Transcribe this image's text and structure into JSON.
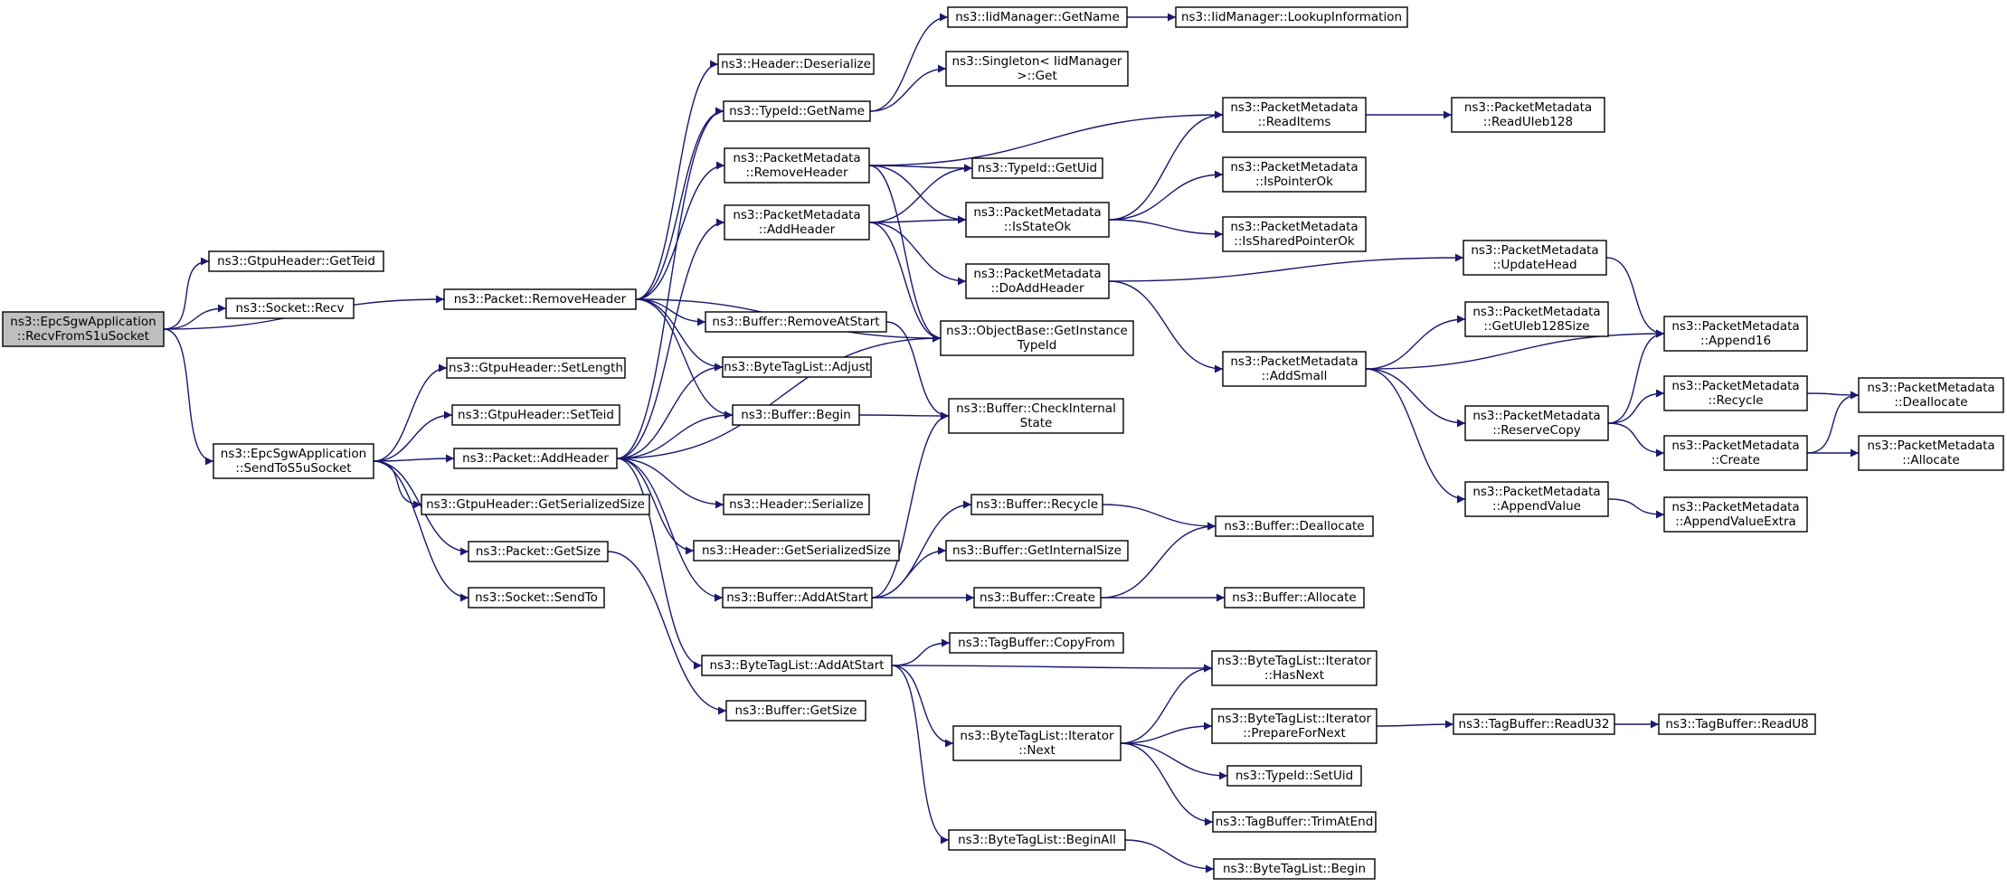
{
  "graph": {
    "edge_color": "#191970",
    "root_fill": "#bfbfbf",
    "nodes": [
      {
        "id": "recv_s1u",
        "lines": [
          "ns3::EpcSgwApplication",
          "::RecvFromS1uSocket"
        ],
        "root": true
      },
      {
        "id": "gtpu_getteid",
        "lines": [
          "ns3::GtpuHeader::GetTeid"
        ]
      },
      {
        "id": "socket_recv",
        "lines": [
          "ns3::Socket::Recv"
        ]
      },
      {
        "id": "pkt_removeheader",
        "lines": [
          "ns3::Packet::RemoveHeader"
        ]
      },
      {
        "id": "send_s5u",
        "lines": [
          "ns3::EpcSgwApplication",
          "::SendToS5uSocket"
        ]
      },
      {
        "id": "gtpu_setlength",
        "lines": [
          "ns3::GtpuHeader::SetLength"
        ]
      },
      {
        "id": "gtpu_setteid",
        "lines": [
          "ns3::GtpuHeader::SetTeid"
        ]
      },
      {
        "id": "pkt_addheader",
        "lines": [
          "ns3::Packet::AddHeader"
        ]
      },
      {
        "id": "gtpu_getsersize",
        "lines": [
          "ns3::GtpuHeader::GetSerializedSize"
        ]
      },
      {
        "id": "pkt_getsize",
        "lines": [
          "ns3::Packet::GetSize"
        ]
      },
      {
        "id": "socket_sendto",
        "lines": [
          "ns3::Socket::SendTo"
        ]
      },
      {
        "id": "hdr_deserialize",
        "lines": [
          "ns3::Header::Deserialize"
        ]
      },
      {
        "id": "typeid_getname",
        "lines": [
          "ns3::TypeId::GetName"
        ]
      },
      {
        "id": "pm_removeheader",
        "lines": [
          "ns3::PacketMetadata",
          "::RemoveHeader"
        ]
      },
      {
        "id": "pm_addheader",
        "lines": [
          "ns3::PacketMetadata",
          "::AddHeader"
        ]
      },
      {
        "id": "buf_removeatstart",
        "lines": [
          "ns3::Buffer::RemoveAtStart"
        ]
      },
      {
        "id": "btl_adjust",
        "lines": [
          "ns3::ByteTagList::Adjust"
        ]
      },
      {
        "id": "buf_begin",
        "lines": [
          "ns3::Buffer::Begin"
        ]
      },
      {
        "id": "hdr_serialize",
        "lines": [
          "ns3::Header::Serialize"
        ]
      },
      {
        "id": "hdr_getsersize",
        "lines": [
          "ns3::Header::GetSerializedSize"
        ]
      },
      {
        "id": "buf_addatstart",
        "lines": [
          "ns3::Buffer::AddAtStart"
        ]
      },
      {
        "id": "btl_addatstart",
        "lines": [
          "ns3::ByteTagList::AddAtStart"
        ]
      },
      {
        "id": "buf_getsize",
        "lines": [
          "ns3::Buffer::GetSize"
        ]
      },
      {
        "id": "iid_getname",
        "lines": [
          "ns3::IidManager::GetName"
        ]
      },
      {
        "id": "singleton_get",
        "lines": [
          "ns3::Singleton< IidManager",
          " >::Get"
        ]
      },
      {
        "id": "typeid_getuid",
        "lines": [
          "ns3::TypeId::GetUid"
        ]
      },
      {
        "id": "pm_isstateok",
        "lines": [
          "ns3::PacketMetadata",
          "::IsStateOk"
        ]
      },
      {
        "id": "pm_doaddheader",
        "lines": [
          "ns3::PacketMetadata",
          "::DoAddHeader"
        ]
      },
      {
        "id": "ob_getinstancetypeid",
        "lines": [
          "ns3::ObjectBase::GetInstance",
          "TypeId"
        ]
      },
      {
        "id": "buf_checkinternal",
        "lines": [
          "ns3::Buffer::CheckInternal",
          "State"
        ]
      },
      {
        "id": "buf_recycle",
        "lines": [
          "ns3::Buffer::Recycle"
        ]
      },
      {
        "id": "buf_getinternalsize",
        "lines": [
          "ns3::Buffer::GetInternalSize"
        ]
      },
      {
        "id": "buf_create",
        "lines": [
          "ns3::Buffer::Create"
        ]
      },
      {
        "id": "tb_copyfrom",
        "lines": [
          "ns3::TagBuffer::CopyFrom"
        ]
      },
      {
        "id": "btli_next",
        "lines": [
          "ns3::ByteTagList::Iterator",
          "::Next"
        ]
      },
      {
        "id": "btl_beginall",
        "lines": [
          "ns3::ByteTagList::BeginAll"
        ]
      },
      {
        "id": "iid_lookupinfo",
        "lines": [
          "ns3::IidManager::LookupInformation"
        ]
      },
      {
        "id": "pm_readitems",
        "lines": [
          "ns3::PacketMetadata",
          "::ReadItems"
        ]
      },
      {
        "id": "pm_ispointerok",
        "lines": [
          "ns3::PacketMetadata",
          "::IsPointerOk"
        ]
      },
      {
        "id": "pm_issharedpointerok",
        "lines": [
          "ns3::PacketMetadata",
          "::IsSharedPointerOk"
        ]
      },
      {
        "id": "pm_addsmall",
        "lines": [
          "ns3::PacketMetadata",
          "::AddSmall"
        ]
      },
      {
        "id": "buf_deallocate",
        "lines": [
          "ns3::Buffer::Deallocate"
        ]
      },
      {
        "id": "buf_allocate",
        "lines": [
          "ns3::Buffer::Allocate"
        ]
      },
      {
        "id": "btli_hasnext",
        "lines": [
          "ns3::ByteTagList::Iterator",
          "::HasNext"
        ]
      },
      {
        "id": "btli_preparefornext",
        "lines": [
          "ns3::ByteTagList::Iterator",
          "::PrepareForNext"
        ]
      },
      {
        "id": "typeid_setuid",
        "lines": [
          "ns3::TypeId::SetUid"
        ]
      },
      {
        "id": "tb_trimatend",
        "lines": [
          "ns3::TagBuffer::TrimAtEnd"
        ]
      },
      {
        "id": "btl_begin",
        "lines": [
          "ns3::ByteTagList::Begin"
        ]
      },
      {
        "id": "pm_readuleb128",
        "lines": [
          "ns3::PacketMetadata",
          "::ReadUleb128"
        ]
      },
      {
        "id": "pm_updatehead",
        "lines": [
          "ns3::PacketMetadata",
          "::UpdateHead"
        ]
      },
      {
        "id": "pm_getuleb128size",
        "lines": [
          "ns3::PacketMetadata",
          "::GetUleb128Size"
        ]
      },
      {
        "id": "pm_reservecopy",
        "lines": [
          "ns3::PacketMetadata",
          "::ReserveCopy"
        ]
      },
      {
        "id": "pm_appendvalue",
        "lines": [
          "ns3::PacketMetadata",
          "::AppendValue"
        ]
      },
      {
        "id": "tb_readu32",
        "lines": [
          "ns3::TagBuffer::ReadU32"
        ]
      },
      {
        "id": "pm_append16",
        "lines": [
          "ns3::PacketMetadata",
          "::Append16"
        ]
      },
      {
        "id": "pm_recycle",
        "lines": [
          "ns3::PacketMetadata",
          "::Recycle"
        ]
      },
      {
        "id": "pm_create",
        "lines": [
          "ns3::PacketMetadata",
          "::Create"
        ]
      },
      {
        "id": "pm_appendvalueextra",
        "lines": [
          "ns3::PacketMetadata",
          "::AppendValueExtra"
        ]
      },
      {
        "id": "tb_readu8",
        "lines": [
          "ns3::TagBuffer::ReadU8"
        ]
      },
      {
        "id": "pm_deallocate",
        "lines": [
          "ns3::PacketMetadata",
          "::Deallocate"
        ]
      },
      {
        "id": "pm_allocate",
        "lines": [
          "ns3::PacketMetadata",
          "::Allocate"
        ]
      }
    ],
    "edges": [
      [
        "recv_s1u",
        "gtpu_getteid"
      ],
      [
        "recv_s1u",
        "socket_recv"
      ],
      [
        "recv_s1u",
        "pkt_removeheader"
      ],
      [
        "recv_s1u",
        "send_s5u"
      ],
      [
        "pkt_removeheader",
        "hdr_deserialize"
      ],
      [
        "pkt_removeheader",
        "typeid_getname"
      ],
      [
        "pkt_removeheader",
        "pm_removeheader"
      ],
      [
        "pkt_removeheader",
        "buf_removeatstart"
      ],
      [
        "pkt_removeheader",
        "btl_adjust"
      ],
      [
        "pkt_removeheader",
        "buf_begin"
      ],
      [
        "pkt_removeheader",
        "ob_getinstancetypeid"
      ],
      [
        "send_s5u",
        "gtpu_setlength"
      ],
      [
        "send_s5u",
        "gtpu_setteid"
      ],
      [
        "send_s5u",
        "pkt_addheader"
      ],
      [
        "send_s5u",
        "gtpu_getsersize"
      ],
      [
        "send_s5u",
        "pkt_getsize"
      ],
      [
        "send_s5u",
        "socket_sendto"
      ],
      [
        "pkt_addheader",
        "typeid_getname"
      ],
      [
        "pkt_addheader",
        "pm_addheader"
      ],
      [
        "pkt_addheader",
        "btl_adjust"
      ],
      [
        "pkt_addheader",
        "buf_begin"
      ],
      [
        "pkt_addheader",
        "hdr_serialize"
      ],
      [
        "pkt_addheader",
        "hdr_getsersize"
      ],
      [
        "pkt_addheader",
        "buf_addatstart"
      ],
      [
        "pkt_addheader",
        "btl_addatstart"
      ],
      [
        "pkt_addheader",
        "ob_getinstancetypeid"
      ],
      [
        "pkt_getsize",
        "buf_getsize"
      ],
      [
        "typeid_getname",
        "iid_getname"
      ],
      [
        "typeid_getname",
        "singleton_get"
      ],
      [
        "iid_getname",
        "iid_lookupinfo"
      ],
      [
        "pm_removeheader",
        "pm_readitems"
      ],
      [
        "pm_removeheader",
        "typeid_getuid"
      ],
      [
        "pm_removeheader",
        "pm_isstateok"
      ],
      [
        "pm_removeheader",
        "ob_getinstancetypeid"
      ],
      [
        "pm_addheader",
        "typeid_getuid"
      ],
      [
        "pm_addheader",
        "pm_isstateok"
      ],
      [
        "pm_addheader",
        "pm_doaddheader"
      ],
      [
        "pm_addheader",
        "ob_getinstancetypeid"
      ],
      [
        "pm_isstateok",
        "pm_readitems"
      ],
      [
        "pm_isstateok",
        "pm_ispointerok"
      ],
      [
        "pm_isstateok",
        "pm_issharedpointerok"
      ],
      [
        "pm_doaddheader",
        "pm_updatehead"
      ],
      [
        "pm_doaddheader",
        "pm_addsmall"
      ],
      [
        "pm_readitems",
        "pm_readuleb128"
      ],
      [
        "pm_updatehead",
        "pm_append16"
      ],
      [
        "pm_addsmall",
        "pm_getuleb128size"
      ],
      [
        "pm_addsmall",
        "pm_append16"
      ],
      [
        "pm_addsmall",
        "pm_reservecopy"
      ],
      [
        "pm_addsmall",
        "pm_appendvalue"
      ],
      [
        "pm_reservecopy",
        "pm_append16"
      ],
      [
        "pm_reservecopy",
        "pm_recycle"
      ],
      [
        "pm_reservecopy",
        "pm_create"
      ],
      [
        "pm_recycle",
        "pm_deallocate"
      ],
      [
        "pm_create",
        "pm_deallocate"
      ],
      [
        "pm_create",
        "pm_allocate"
      ],
      [
        "pm_appendvalue",
        "pm_appendvalueextra"
      ],
      [
        "buf_removeatstart",
        "buf_checkinternal"
      ],
      [
        "buf_begin",
        "buf_checkinternal"
      ],
      [
        "buf_addatstart",
        "buf_checkinternal"
      ],
      [
        "buf_addatstart",
        "buf_recycle"
      ],
      [
        "buf_addatstart",
        "buf_getinternalsize"
      ],
      [
        "buf_addatstart",
        "buf_create"
      ],
      [
        "buf_recycle",
        "buf_deallocate"
      ],
      [
        "buf_create",
        "buf_deallocate"
      ],
      [
        "buf_create",
        "buf_allocate"
      ],
      [
        "btl_addatstart",
        "tb_copyfrom"
      ],
      [
        "btl_addatstart",
        "btli_hasnext"
      ],
      [
        "btl_addatstart",
        "btli_next"
      ],
      [
        "btl_addatstart",
        "btl_beginall"
      ],
      [
        "btli_next",
        "btli_hasnext"
      ],
      [
        "btli_next",
        "btli_preparefornext"
      ],
      [
        "btli_next",
        "typeid_setuid"
      ],
      [
        "btli_next",
        "tb_trimatend"
      ],
      [
        "btli_preparefornext",
        "tb_readu32"
      ],
      [
        "tb_readu32",
        "tb_readu8"
      ],
      [
        "btl_beginall",
        "btl_begin"
      ]
    ]
  }
}
